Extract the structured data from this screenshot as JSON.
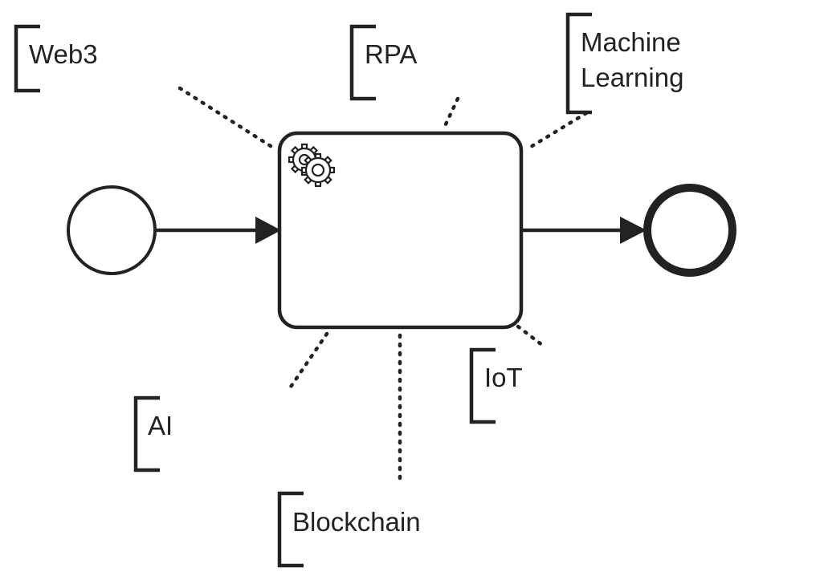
{
  "colors": {
    "stroke": "#222222",
    "background": "#ffffff"
  },
  "diagram": {
    "notation": "BPMN",
    "task": {
      "label": "",
      "icon": "gears-icon"
    },
    "start_event": {
      "label": ""
    },
    "end_event": {
      "label": ""
    },
    "annotations": [
      {
        "id": "web3",
        "lines": [
          "Web3"
        ]
      },
      {
        "id": "rpa",
        "lines": [
          "RPA"
        ]
      },
      {
        "id": "machine-learning",
        "lines": [
          "Machine",
          "Learning"
        ]
      },
      {
        "id": "iot",
        "lines": [
          "IoT"
        ]
      },
      {
        "id": "ai",
        "lines": [
          "AI"
        ]
      },
      {
        "id": "blockchain",
        "lines": [
          "Blockchain"
        ]
      }
    ]
  }
}
